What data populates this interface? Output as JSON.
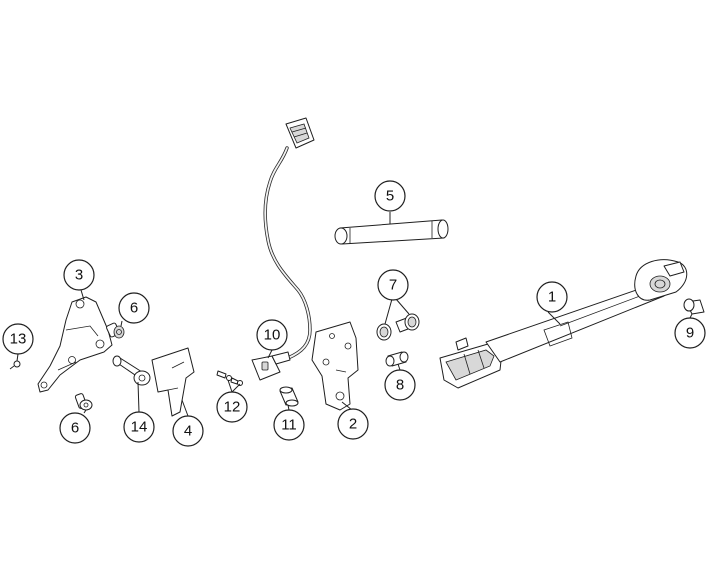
{
  "callouts": {
    "c1": "1",
    "c2": "2",
    "c3": "3",
    "c4": "4",
    "c5": "5",
    "c6a": "6",
    "c6b": "6",
    "c7": "7",
    "c8": "8",
    "c9": "9",
    "c10": "10",
    "c11": "11",
    "c12": "12",
    "c13": "13",
    "c14": "14"
  },
  "colors": {
    "line": "#1f1f1f",
    "background": "#ffffff",
    "shading": "#d8d8d8"
  }
}
